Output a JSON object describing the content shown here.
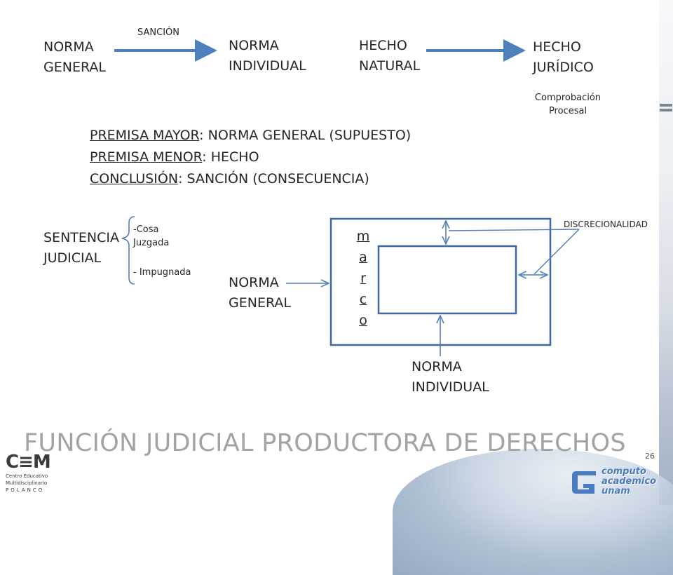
{
  "top_flow": {
    "norma_general": [
      "NORMA",
      "GENERAL"
    ],
    "sancion": "SANCIÓN",
    "norma_individual": [
      "NORMA",
      "INDIVIDUAL"
    ],
    "hecho_natural": [
      "HECHO",
      "NATURAL"
    ],
    "hecho_juridico": [
      "HECHO",
      "JURÍDICO"
    ],
    "comprobacion": [
      "Comprobación",
      "Procesal"
    ]
  },
  "premises": {
    "mayor_key": "PREMISA MAYOR",
    "mayor_val": ": NORMA GENERAL (SUPUESTO)",
    "menor_key": "PREMISA MENOR",
    "menor_val": ": HECHO",
    "conclusion_key": "CONCLUSIÓN",
    "conclusion_val": ": SANCIÓN (CONSECUENCIA)"
  },
  "sentencia": {
    "title": [
      "SENTENCIA",
      "JUDICIAL"
    ],
    "cosa": [
      "-Cosa",
      "Juzgada"
    ],
    "impugnada": "- Impugnada"
  },
  "frame_diagram": {
    "norma_general": [
      "NORMA",
      "GENERAL"
    ],
    "marco": [
      "m",
      "a",
      "r",
      "c",
      "o"
    ],
    "discrecionalidad": "DISCRECIONALIDAD",
    "norma_individual": [
      "NORMA",
      "INDIVIDUAL"
    ]
  },
  "footer": {
    "title": "FUNCIÓN JUDICIAL PRODUCTORA DE DERECHOS",
    "page_number": "26"
  },
  "logos": {
    "cem_mark": "C≡M",
    "cem_lines": [
      "Centro Educativo",
      "Multidisciplinario",
      "POLANCO"
    ],
    "unam_lines": [
      "computo",
      "academico",
      "unam"
    ]
  },
  "colors": {
    "arrow": "#4f7fbd",
    "frame": "#3f67a3",
    "footer_text": "#a3a3a3"
  }
}
